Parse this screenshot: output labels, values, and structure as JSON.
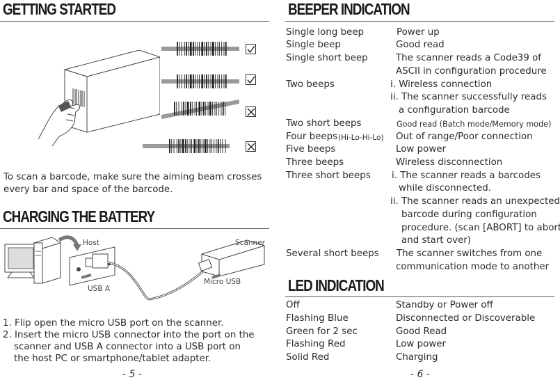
{
  "left": {
    "getting_started": {
      "heading": "GETTING STARTED",
      "instruction_line1": "To scan a barcode, make sure the aiming beam crosses",
      "instruction_line2": "every bar and space of the barcode.",
      "checks": [
        "checked",
        "checked",
        "crossed",
        "crossed"
      ]
    },
    "charging": {
      "heading": "CHARGING THE BATTERY",
      "label_host": "Host",
      "label_scanner": "Scanner",
      "label_usb_a": "USB A",
      "label_micro_usb": "Micro USB",
      "step1": "1. Flip open the micro USB port on the scanner.",
      "step2_line1": "2. Insert the micro USB connector into the port on the",
      "step2_line2": "scanner and USB A connector into a USB port on",
      "step2_line3": "the host PC or smartphone/tablet adapter."
    },
    "page_number": "- 5 -"
  },
  "right": {
    "beeper": {
      "heading": "BEEPER INDICATION",
      "rows": [
        {
          "name": "Single long beep",
          "desc": "Power up"
        },
        {
          "name": "Single beep",
          "desc": "Good read"
        },
        {
          "name": "Single short beep",
          "desc": "The scanner reads a Code39 of"
        },
        {
          "name": "",
          "desc": "ASCII in configuration procedure"
        },
        {
          "name": "Two beeps",
          "desc": "i. Wireless connection"
        },
        {
          "name": "",
          "desc": "ii. The scanner successfully reads"
        },
        {
          "name": "",
          "desc": "a configuration barcode"
        },
        {
          "name": "Two short beeps",
          "desc": "Good read (Batch mode/Memory mode)"
        },
        {
          "name": "Four beeps",
          "name_small": "(Hi-Lo-Hi-Lo)",
          "desc": "Out of range/Poor connection"
        },
        {
          "name": "Five beeps",
          "desc": "Low power"
        },
        {
          "name": "Three beeps",
          "desc": "Wireless disconnection"
        },
        {
          "name": "Three short beeps",
          "desc": "i. The scanner reads a barcodes"
        },
        {
          "name": "",
          "desc": "while disconnected."
        },
        {
          "name": "",
          "desc": "ii. The scanner reads an unexpected"
        },
        {
          "name": "",
          "desc": "barcode during configuration"
        },
        {
          "name": "",
          "desc": "procedure. (scan [ABORT] to abort"
        },
        {
          "name": "",
          "desc": "and start over)"
        },
        {
          "name": "Several short beeps",
          "desc": "The scanner switches from one"
        },
        {
          "name": "",
          "desc": "communication mode to another"
        }
      ]
    },
    "led": {
      "heading": "LED INDICATION",
      "rows": [
        {
          "name": "Off",
          "desc": "Standby or Power off"
        },
        {
          "name": "Flashing Blue",
          "desc": "Disconnected or Discoverable"
        },
        {
          "name": "Green for 2 sec",
          "desc": "Good Read"
        },
        {
          "name": "Flashing Red",
          "desc": "Low power"
        },
        {
          "name": "Solid Red",
          "desc": "Charging"
        }
      ]
    },
    "page_number": "- 6 -"
  }
}
